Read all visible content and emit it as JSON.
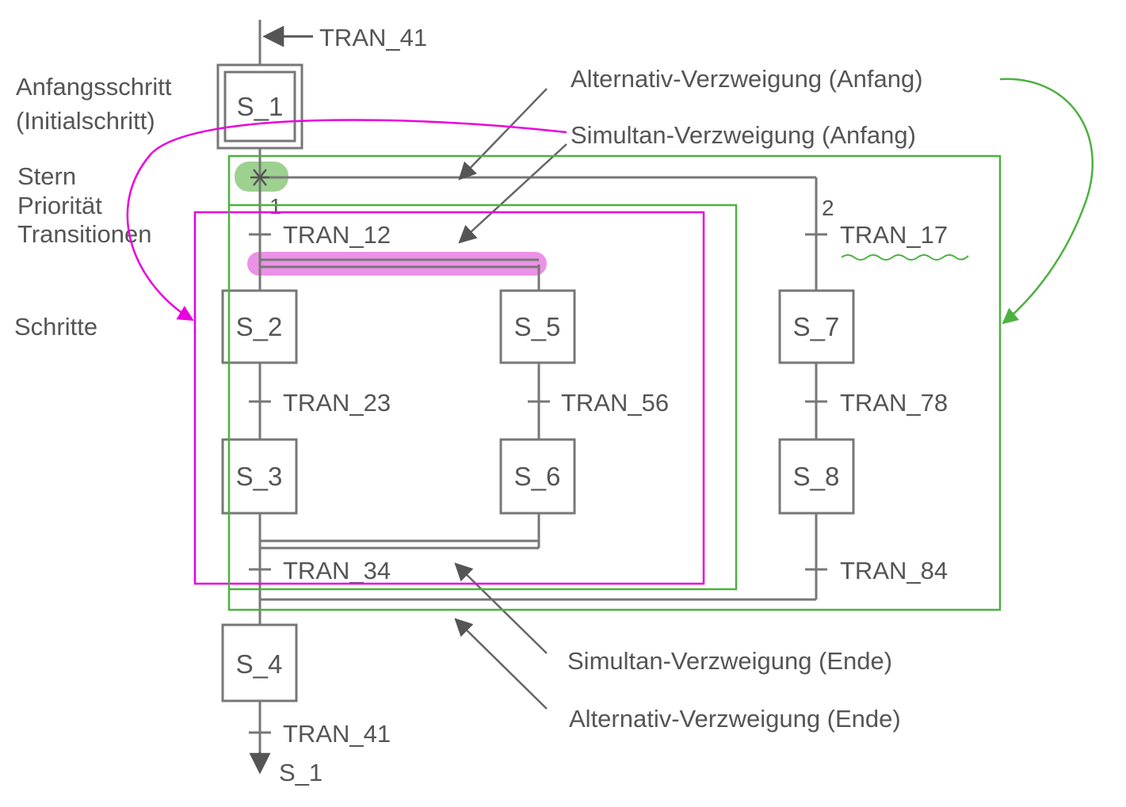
{
  "steps": {
    "s1": "S_1",
    "s2": "S_2",
    "s3": "S_3",
    "s4": "S_4",
    "s5": "S_5",
    "s6": "S_6",
    "s7": "S_7",
    "s8": "S_8"
  },
  "transitions": {
    "t41_top": "TRAN_41",
    "t12": "TRAN_12",
    "t17": "TRAN_17",
    "t23": "TRAN_23",
    "t56": "TRAN_56",
    "t78": "TRAN_78",
    "t34": "TRAN_34",
    "t84": "TRAN_84",
    "t41_bottom": "TRAN_41"
  },
  "target_label": "S_1",
  "priorities": {
    "p1": "1",
    "p2": "2"
  },
  "annotations": {
    "initial_step_line1": "Anfangsschritt",
    "initial_step_line2": "(Initialschritt)",
    "star_line1": "Stern",
    "star_line2": "Priorität",
    "star_line3": "Transitionen",
    "steps": "Schritte",
    "alt_begin": "Alternativ-Verzweigung (Anfang)",
    "sim_begin": "Simultan-Verzweigung (Anfang)",
    "sim_end": "Simultan-Verzweigung (Ende)",
    "alt_end": "Alternativ-Verzweigung (Ende)"
  },
  "colors": {
    "line": "#777777",
    "text": "#555555",
    "magenta_highlight": "#e800e0",
    "green_highlight": "#5ab848"
  }
}
